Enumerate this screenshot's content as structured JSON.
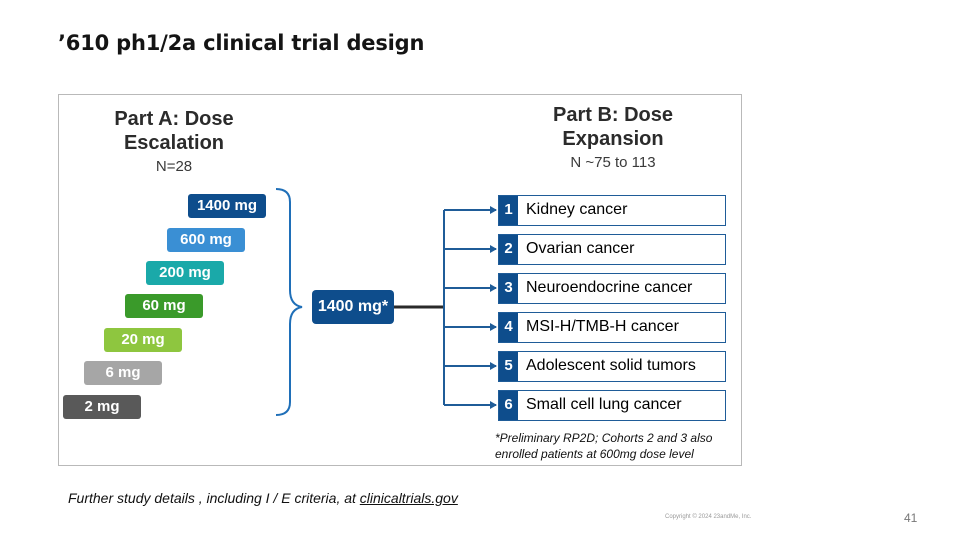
{
  "slide": {
    "title": "’610 ph1/2a clinical trial design",
    "details_prefix": "Further study details , including I / E criteria, at ",
    "details_link": "clinicaltrials.gov",
    "copyright": "Copyright © 2024 23andMe, Inc.",
    "page_number": "41"
  },
  "part_a": {
    "title_line1": "Part A: Dose",
    "title_line2": "Escalation",
    "n": "N=28",
    "doses": [
      {
        "label": "1400 mg",
        "color": "#0e4d8c"
      },
      {
        "label": "600 mg",
        "color": "#3a8fd4"
      },
      {
        "label": "200 mg",
        "color": "#1aa9a9"
      },
      {
        "label": "60 mg",
        "color": "#3a9a2a"
      },
      {
        "label": "20 mg",
        "color": "#8ec63f"
      },
      {
        "label": "6 mg",
        "color": "#a6a6a6"
      },
      {
        "label": "2 mg",
        "color": "#595959"
      }
    ]
  },
  "selected_dose": "1400 mg*",
  "part_b": {
    "title_line1": "Part B: Dose",
    "title_line2": "Expansion",
    "n": "N ~75 to 113",
    "cohorts": [
      {
        "num": "1",
        "label": "Kidney cancer"
      },
      {
        "num": "2",
        "label": "Ovarian cancer"
      },
      {
        "num": "3",
        "label": "Neuroendocrine cancer"
      },
      {
        "num": "4",
        "label": "MSI-H/TMB-H cancer"
      },
      {
        "num": "5",
        "label": "Adolescent solid tumors"
      },
      {
        "num": "6",
        "label": "Small cell lung cancer"
      }
    ]
  },
  "footnote_line1": "*Preliminary RP2D; Cohorts 2 and 3 also",
  "footnote_line2": "enrolled patients at 600mg dose level"
}
